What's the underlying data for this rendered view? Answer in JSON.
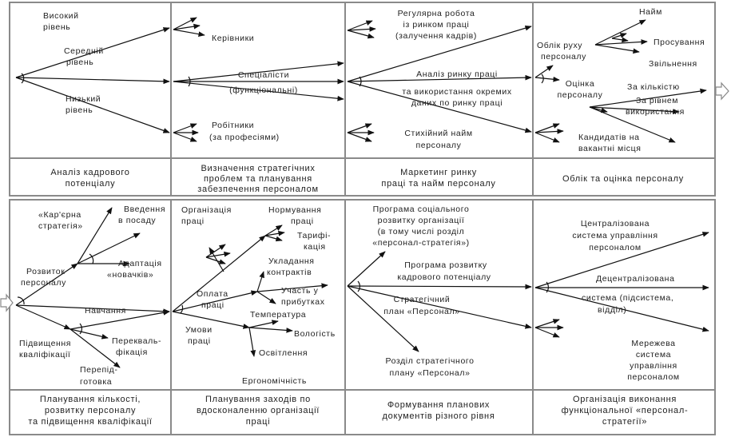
{
  "top": {
    "col1": {
      "high_level": [
        "Високий",
        "рівень"
      ],
      "mid_level": [
        "Середній",
        "рівень"
      ],
      "low_level": [
        "Низький",
        "рівень"
      ],
      "caption": [
        "Аналіз кадрового",
        "потенціалу"
      ]
    },
    "col2": {
      "managers": "Керівники",
      "specialists": [
        "Спеціалісти",
        "(функціональні)"
      ],
      "workers": [
        "Робітники",
        "(за професіями)"
      ],
      "caption": [
        "Визначення стратегічних",
        "проблем та планування",
        "забезпечення персоналом"
      ]
    },
    "col3": {
      "regular_work": [
        "Регулярна робота",
        "із ринком праці",
        "(залучення кадрів)"
      ],
      "market_analysis": "Аналіз ринку праці",
      "individual_data": [
        "та використання окремих",
        "даних по ринку праці"
      ],
      "spontaneous_hiring": [
        "Стихійний найм",
        "персоналу"
      ],
      "caption": [
        "Маркетинг ринку",
        "праці та найм персоналу"
      ]
    },
    "col4": {
      "hiring": "Найм",
      "movement_record": [
        "Облік руху",
        "персоналу"
      ],
      "promotion": "Просування",
      "dismissal": "Звільнення",
      "personnel_assessment": [
        "Оцінка",
        "персоналу"
      ],
      "by_qualification": "За кількістю",
      "by_usage_level": [
        "За рівнем",
        "використання"
      ],
      "vacancy_candidates": [
        "Кандидатів на",
        "вакантні місця"
      ],
      "caption": "Облік та оцінка персоналу"
    }
  },
  "bottom": {
    "col1": {
      "career_strategy": [
        "«Кар'єрна",
        "стратегія»"
      ],
      "induction": [
        "Введення",
        "в посаду"
      ],
      "adaptation": [
        "Адаптація",
        "«новачків»"
      ],
      "personnel_development": [
        "Розвиток",
        "персоналу"
      ],
      "training": "Навчання",
      "qualification_raise": [
        "Підвищення",
        "кваліфікації"
      ],
      "requalification": [
        "Перекваль-",
        "фікація"
      ],
      "retraining": [
        "Перепід-",
        "готовка"
      ],
      "caption": [
        "Планування кількості,",
        "розвитку персоналу",
        "та підвищення кваліфікації"
      ]
    },
    "col2": {
      "labor_organization": [
        "Організація",
        "праці"
      ],
      "labor_norming": [
        "Нормування",
        "праці"
      ],
      "tariffication": [
        "Тарифі-",
        "кація"
      ],
      "contracts": [
        "Укладання",
        "контрактів"
      ],
      "profit_sharing": [
        "Участь у",
        "прибутках"
      ],
      "labor_payment": [
        "Оплата",
        "праці"
      ],
      "temperature": "Температура",
      "labor_conditions": [
        "Умови",
        "праці"
      ],
      "humidity": "Вологість",
      "lighting": "Освітлення",
      "ergonomics": "Ергономічність",
      "caption": [
        "Планування заходів по",
        "вдосконаленню організації",
        "праці"
      ]
    },
    "col3": {
      "social_program": [
        "Програма соціального",
        "розвитку організації",
        "(в тому числі розділ",
        "«персонал-стратегія»)"
      ],
      "potential_program": [
        "Програма розвитку",
        "кадрового потенціалу"
      ],
      "strategic_plan": [
        "Стратегічний",
        "план «Персонал»"
      ],
      "plan_section": [
        "Розділ стратегічного",
        "плану «Персонал»"
      ],
      "caption": [
        "Формування планових",
        "документів різного рівня"
      ]
    },
    "col4": {
      "centralized": [
        "Централізована",
        "система управління",
        "персоналом"
      ],
      "decentralized": [
        "Децентралізована",
        "система (підсистема,",
        "відділ)"
      ],
      "network": [
        "Мережева",
        "система",
        "управління",
        "персоналом"
      ],
      "caption": [
        "Організація виконання",
        "функціональної «персонал-",
        "стратегії»"
      ]
    }
  }
}
